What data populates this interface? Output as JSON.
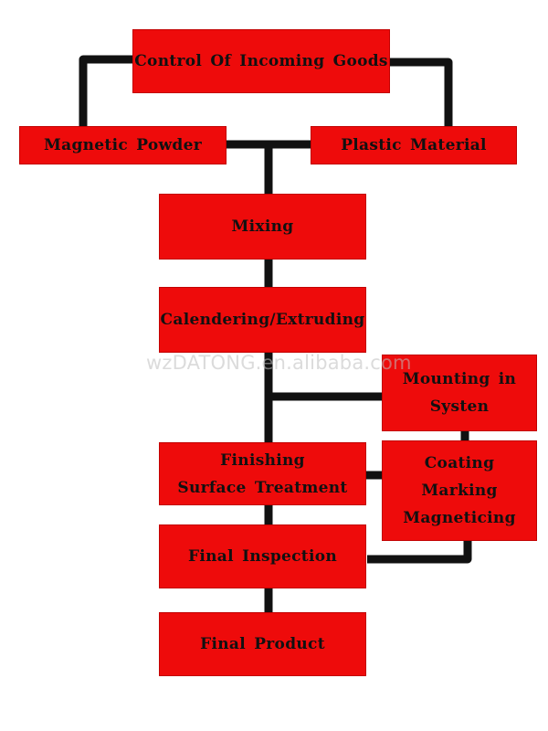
{
  "diagram": {
    "nodes": {
      "incoming": {
        "lines": [
          "Control Of Incoming Goods"
        ]
      },
      "magnetic_powder": {
        "lines": [
          "Magnetic Powder"
        ]
      },
      "plastic_material": {
        "lines": [
          "Plastic Material"
        ]
      },
      "mixing": {
        "lines": [
          "Mixing"
        ]
      },
      "calendering": {
        "lines": [
          "Calendering/Extruding"
        ]
      },
      "mounting": {
        "lines": [
          "Mounting in",
          "Systen"
        ]
      },
      "finishing": {
        "lines": [
          "Finishing",
          "Surface Treatment"
        ]
      },
      "coating": {
        "lines": [
          "Coating",
          "Marking",
          "Magneticing"
        ]
      },
      "final_inspection": {
        "lines": [
          "Final Inspection"
        ]
      },
      "final_product": {
        "lines": [
          "Final Product"
        ]
      }
    },
    "edges": [
      {
        "from": "incoming",
        "to": "magnetic_powder"
      },
      {
        "from": "incoming",
        "to": "plastic_material"
      },
      {
        "from": "magnetic_powder",
        "to": "mixing"
      },
      {
        "from": "plastic_material",
        "to": "mixing"
      },
      {
        "from": "mixing",
        "to": "calendering"
      },
      {
        "from": "calendering",
        "to": "mounting"
      },
      {
        "from": "calendering",
        "to": "finishing"
      },
      {
        "from": "mounting",
        "to": "coating"
      },
      {
        "from": "coating",
        "to": "finishing"
      },
      {
        "from": "finishing",
        "to": "final_inspection"
      },
      {
        "from": "coating",
        "to": "final_inspection"
      },
      {
        "from": "final_inspection",
        "to": "final_product"
      }
    ],
    "colors": {
      "box_fill": "#ee0b0b",
      "connector": "#111111",
      "text": "#111111"
    }
  },
  "watermark": "wzDATONG.en.alibaba.com"
}
